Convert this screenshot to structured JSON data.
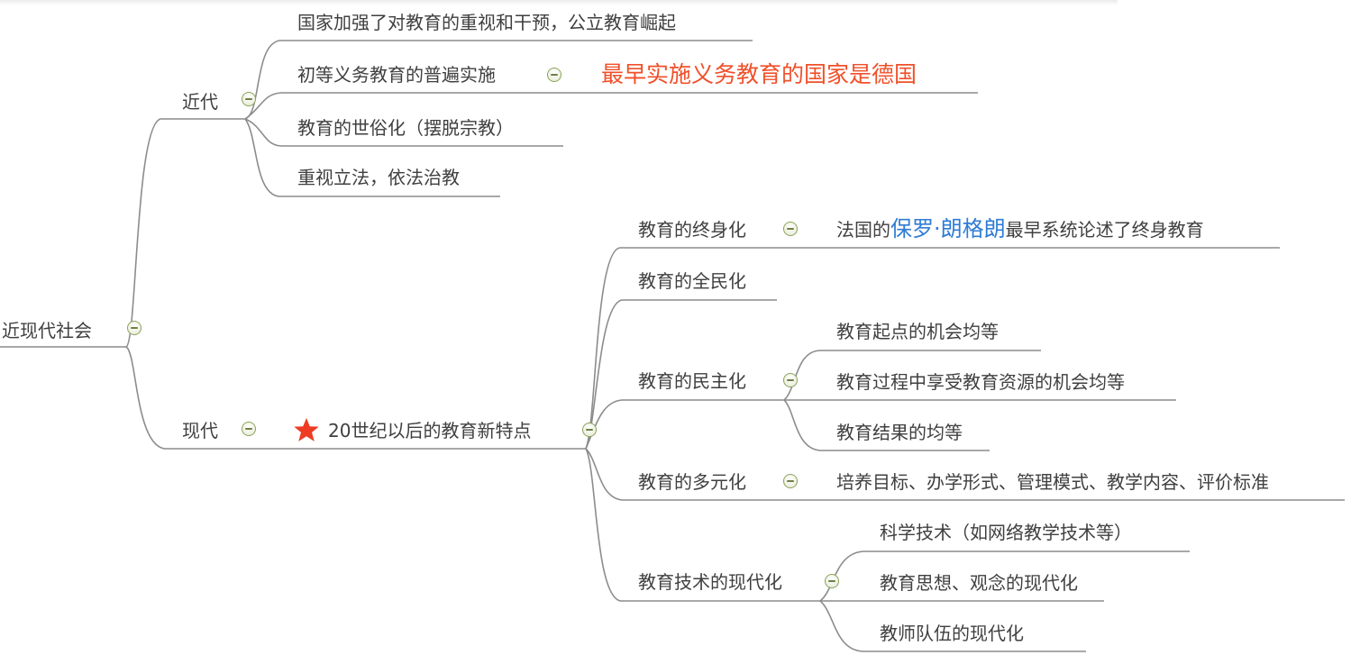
{
  "root": {
    "label": "近现代社会"
  },
  "branches": {
    "early_modern": {
      "label": "近代",
      "children": [
        "国家加强了对教育的重视和干预，公立教育崛起",
        "初等义务教育的普遍实施",
        "教育的世俗化（摆脱宗教）",
        "重视立法，依法治教"
      ],
      "note": "最早实施义务教育的国家是德国"
    },
    "modern": {
      "label": "现代",
      "feature_node": {
        "icon": "star-icon",
        "label": "20世纪以后的教育新特点"
      },
      "features": [
        {
          "label": "教育的终身化",
          "detail": {
            "prefix": "法国的",
            "highlight": "保罗·朗格朗",
            "suffix": "最早系统论述了终身教育"
          }
        },
        {
          "label": "教育的全民化"
        },
        {
          "label": "教育的民主化",
          "children": [
            "教育起点的机会均等",
            "教育过程中享受教育资源的机会均等",
            "教育结果的均等"
          ]
        },
        {
          "label": "教育的多元化",
          "detail_text": "培养目标、办学形式、管理模式、教学内容、评价标准"
        },
        {
          "label": "教育技术的现代化",
          "children": [
            "科学技术（如网络教学技术等）",
            "教育思想、观念的现代化",
            "教师队伍的现代化"
          ]
        }
      ]
    }
  },
  "colors": {
    "line": "#8c8c8c",
    "text": "#3f3f3f",
    "note_red": "#f0502a",
    "highlight_blue": "#2e7cd4",
    "toggle_green": "#8aa35a",
    "star_red": "#ef3b24"
  }
}
